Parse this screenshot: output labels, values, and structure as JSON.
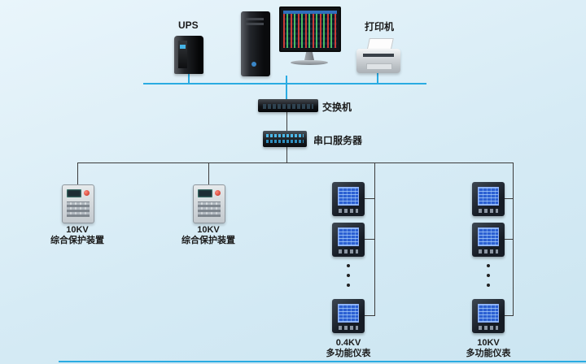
{
  "top": {
    "ups_label": "UPS",
    "printer_label": "打印机"
  },
  "middle": {
    "switch_label": "交换机",
    "serial_server_label": "串口服务器"
  },
  "devices": {
    "protection1": {
      "kv": "10KV",
      "name": "综合保护装置"
    },
    "protection2": {
      "kv": "10KV",
      "name": "综合保护装置"
    },
    "meters_left": {
      "kv": "0.4KV",
      "name": "多功能仪表"
    },
    "meters_right": {
      "kv": "10KV",
      "name": "多功能仪表"
    }
  },
  "colors": {
    "background": "#d6ebf5",
    "bus_line": "#2aabe2",
    "tree_line": "#3c3c3c",
    "meter_screen": "#2c60d2"
  }
}
